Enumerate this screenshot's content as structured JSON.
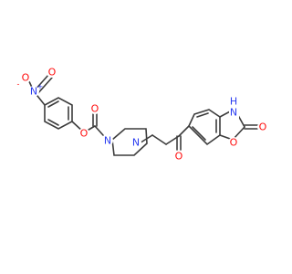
{
  "structure": {
    "atoms": {
      "nitro_o_minus": {
        "symbol": "O",
        "charge": "-"
      },
      "nitro_n": {
        "symbol": "N",
        "charge": "+"
      },
      "nitro_o": {
        "symbol": "O"
      },
      "ester_o": {
        "symbol": "O"
      },
      "carbamate_o": {
        "symbol": "O"
      },
      "pip_n1": {
        "symbol": "N"
      },
      "pip_n4": {
        "symbol": "N"
      },
      "ketone_o": {
        "symbol": "O"
      },
      "nh": {
        "symbol": "H",
        "h_prefix": "N"
      },
      "ring_o": {
        "symbol": "O"
      },
      "lactam_o": {
        "symbol": "O"
      }
    }
  }
}
